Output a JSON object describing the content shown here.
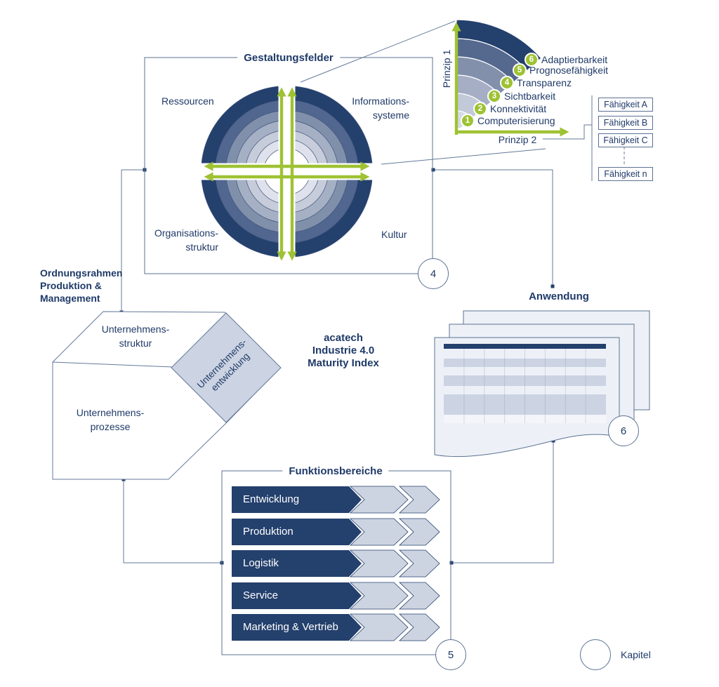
{
  "colors": {
    "navy_text": "#1f3a68",
    "dark_fill": "#24406d",
    "green": "#9ec233",
    "page_fill": "#edf1f7",
    "stripe_fill": "#ccd3e2",
    "line": "#64799a"
  },
  "gestaltungsfelder": {
    "title": "Gestaltungsfelder",
    "chapter": "4",
    "quadrant_top_left": "Ressourcen",
    "quadrant_top_right_line1": "Informations-",
    "quadrant_top_right_line2": "systeme",
    "quadrant_bottom_left_line1": "Organisations-",
    "quadrant_bottom_left_line2": "struktur",
    "quadrant_bottom_right": "Kultur"
  },
  "maturity_path": {
    "y_axis": "Prinzip 1",
    "x_axis": "Prinzip 2",
    "stages": [
      {
        "num": "1",
        "label": "Computerisierung"
      },
      {
        "num": "2",
        "label": "Konnektivität"
      },
      {
        "num": "3",
        "label": "Sichtbarkeit"
      },
      {
        "num": "4",
        "label": "Transparenz"
      },
      {
        "num": "5",
        "label": "Prognosefähigkeit"
      },
      {
        "num": "6",
        "label": "Adaptierbarkeit"
      }
    ]
  },
  "faehigkeiten": {
    "items": [
      {
        "label": "Fähigkeit A"
      },
      {
        "label": "Fähigkeit B"
      },
      {
        "label": "Fähigkeit C"
      },
      {
        "label": "Fähigkeit n"
      }
    ]
  },
  "ordnungsrahmen": {
    "label_line1": "Ordnungsrahmen",
    "label_line2": "Produktion &",
    "label_line3": "Management",
    "struktur_line1": "Unternehmens-",
    "struktur_line2": "struktur",
    "prozesse_line1": "Unternehmens-",
    "prozesse_line2": "prozesse",
    "entwicklung_line1": "Unternehmens-",
    "entwicklung_line2": "entwicklung"
  },
  "center_title": {
    "line1": "acatech",
    "line2": "Industrie 4.0",
    "line3": "Maturity Index"
  },
  "anwendung": {
    "title": "Anwendung",
    "chapter": "6"
  },
  "funktionsbereiche": {
    "title": "Funktionsbereiche",
    "chapter": "5",
    "areas": [
      {
        "label": "Entwicklung"
      },
      {
        "label": "Produktion"
      },
      {
        "label": "Logistik"
      },
      {
        "label": "Service"
      },
      {
        "label": "Marketing & Vertrieb"
      }
    ]
  },
  "legend": {
    "label": "Kapitel"
  }
}
